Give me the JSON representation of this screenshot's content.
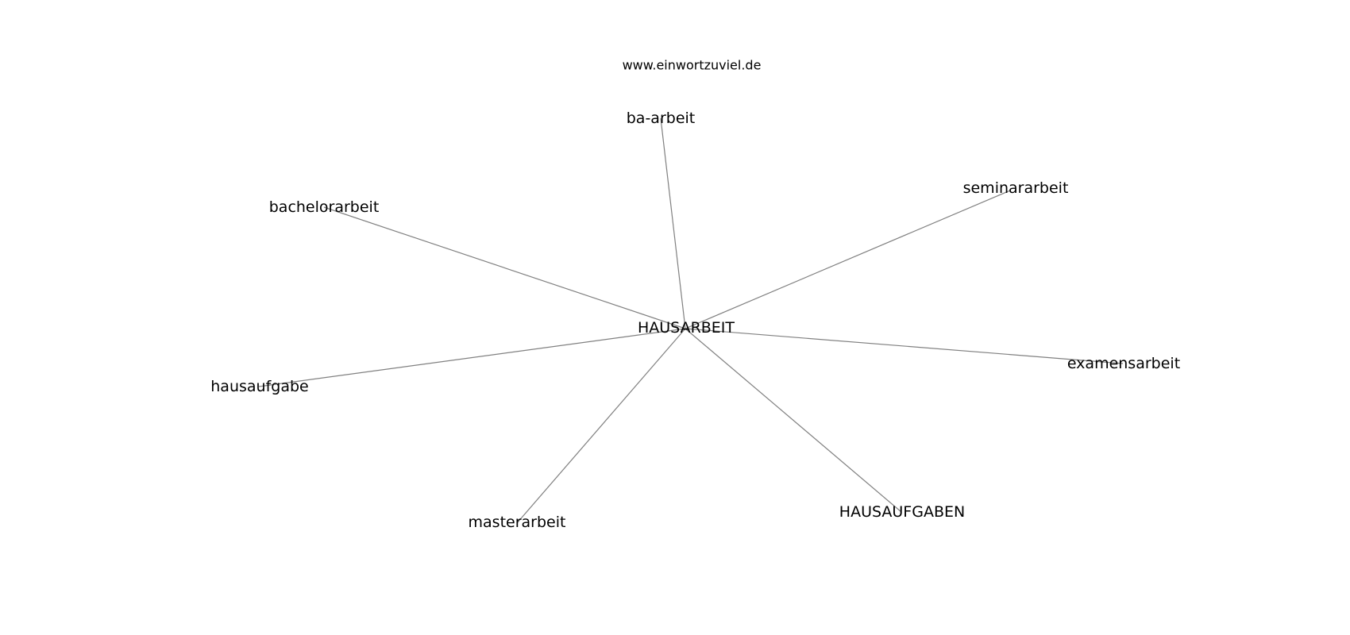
{
  "watermark": "www.einwortzuviel.de",
  "center": {
    "id": "hausarbeit",
    "label": "HAUSARBEIT"
  },
  "neighbors": [
    {
      "id": "ba-arbeit",
      "label": "ba-arbeit"
    },
    {
      "id": "seminararbeit",
      "label": "seminararbeit"
    },
    {
      "id": "bachelorarbeit",
      "label": "bachelorarbeit"
    },
    {
      "id": "examensarbeit",
      "label": "examensarbeit"
    },
    {
      "id": "hausaufgabe",
      "label": "hausaufgabe"
    },
    {
      "id": "hausaufgaben",
      "label": "HAUSAUFGABEN"
    },
    {
      "id": "masterarbeit",
      "label": "masterarbeit"
    }
  ],
  "edge_color": "#808080"
}
